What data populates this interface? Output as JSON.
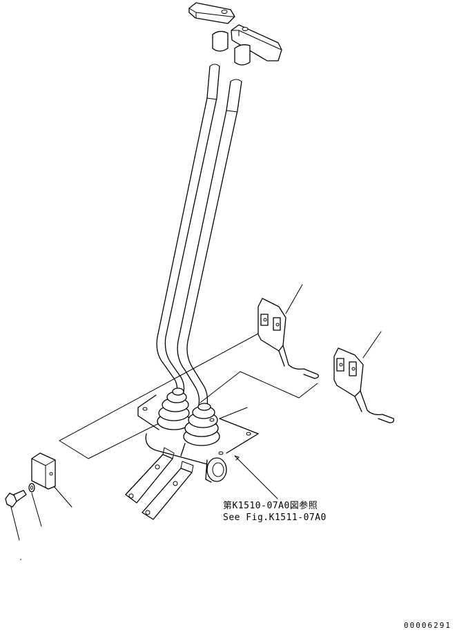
{
  "reference": {
    "japanese": "第K1510-07A0図参照",
    "english": "See Fig.K1511-07A0"
  },
  "drawing_number": "00006291"
}
